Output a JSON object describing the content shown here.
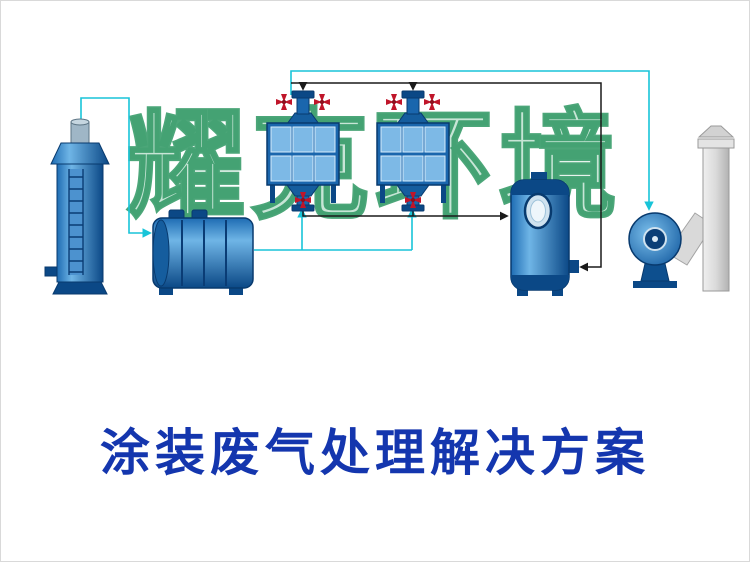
{
  "watermark": {
    "text": "耀克环境",
    "color": "#2f9e68"
  },
  "title": {
    "text": "涂装废气处理解决方案",
    "color": "#1436ae"
  },
  "diagram": {
    "type": "waste-gas-treatment-process-flow",
    "colors": {
      "equipment_blue": "#1a66ad",
      "equipment_blue_dark": "#083a6e",
      "equipment_blue_light": "#6fb5e6",
      "panel_blue": "#7db9e6",
      "flow_line_cyan": "#18c4d8",
      "flow_line_black": "#1a1a1a",
      "valve_red": "#c0152a",
      "stack_gray": "#d9d9d9"
    },
    "equipment": [
      {
        "name": "spray-tower"
      },
      {
        "name": "uv-photolysis-unit"
      },
      {
        "name": "activated-carbon-adsorber-1"
      },
      {
        "name": "activated-carbon-adsorber-2"
      },
      {
        "name": "filter-tank"
      },
      {
        "name": "centrifugal-fan"
      },
      {
        "name": "exhaust-stack"
      }
    ]
  }
}
